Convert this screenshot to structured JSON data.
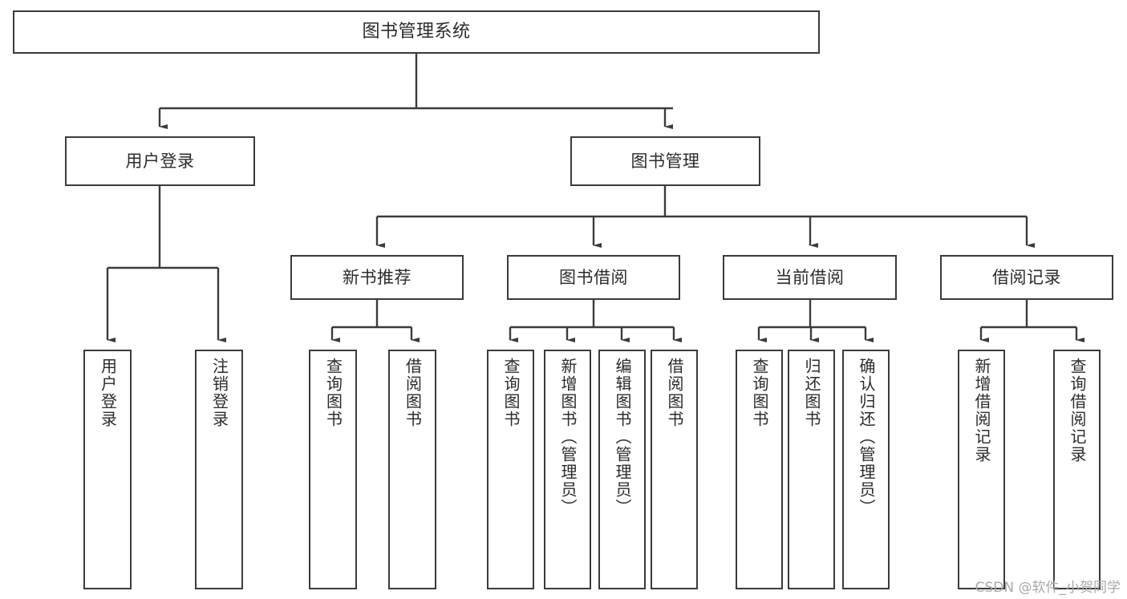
{
  "diagram": {
    "title": "图书管理系统",
    "type": "tree-hierarchy",
    "watermark": "CSDN @软件_小贺同学",
    "stroke_color": "#3b3b3b",
    "fill_color": "#ffffff",
    "text_color": "#2b2b2b"
  },
  "nodes": {
    "root": {
      "label": "图书管理系统"
    },
    "level2": [
      {
        "id": "user-login",
        "label": "用户登录"
      },
      {
        "id": "book-manage",
        "label": "图书管理"
      }
    ],
    "level3": [
      {
        "id": "new-book-rec",
        "label": "新书推荐"
      },
      {
        "id": "book-borrow",
        "label": "图书借阅"
      },
      {
        "id": "current-borrow",
        "label": "当前借阅"
      },
      {
        "id": "borrow-record",
        "label": "借阅记录"
      }
    ],
    "leaves": {
      "user_login": [
        {
          "id": "leaf-user-login",
          "label": "用户登录"
        },
        {
          "id": "leaf-logout",
          "label": "注销登录"
        }
      ],
      "new_book_rec": [
        {
          "id": "leaf-query-book-1",
          "label": "查询图书"
        },
        {
          "id": "leaf-borrow-book-1",
          "label": "借阅图书"
        }
      ],
      "book_borrow": [
        {
          "id": "leaf-query-book-2",
          "label": "查询图书"
        },
        {
          "id": "leaf-add-book",
          "label": "新增图书（管理员）"
        },
        {
          "id": "leaf-edit-book",
          "label": "编辑图书（管理员）"
        },
        {
          "id": "leaf-borrow-book-2",
          "label": "借阅图书"
        }
      ],
      "current_borrow": [
        {
          "id": "leaf-query-book-3",
          "label": "查询图书"
        },
        {
          "id": "leaf-return-book",
          "label": "归还图书"
        },
        {
          "id": "leaf-confirm-return",
          "label": "确认归还（管理员）"
        }
      ],
      "borrow_record": [
        {
          "id": "leaf-add-record",
          "label": "新增借阅记录"
        },
        {
          "id": "leaf-query-record",
          "label": "查询借阅记录"
        }
      ]
    }
  }
}
